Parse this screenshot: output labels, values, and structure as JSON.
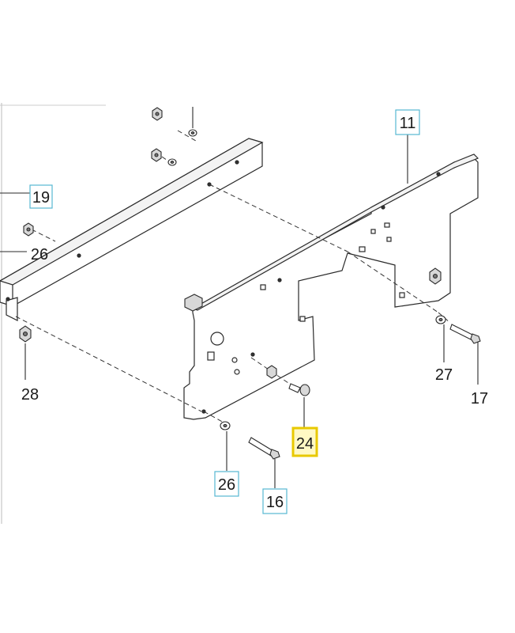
{
  "diagram": {
    "callouts": [
      {
        "label": "11",
        "style": "boxed"
      },
      {
        "label": "19",
        "style": "boxed"
      },
      {
        "label": "26",
        "style": "plain"
      },
      {
        "label": "28",
        "style": "plain"
      },
      {
        "label": "27",
        "style": "plain"
      },
      {
        "label": "17",
        "style": "plain"
      },
      {
        "label": "24",
        "style": "highlighted"
      },
      {
        "label": "26",
        "style": "boxed"
      },
      {
        "label": "16",
        "style": "boxed"
      }
    ],
    "colors": {
      "line": "#2a2a2a",
      "box_border": "#56b8d2",
      "highlight_border": "#e8c900",
      "highlight_fill": "#fff9c4"
    }
  }
}
